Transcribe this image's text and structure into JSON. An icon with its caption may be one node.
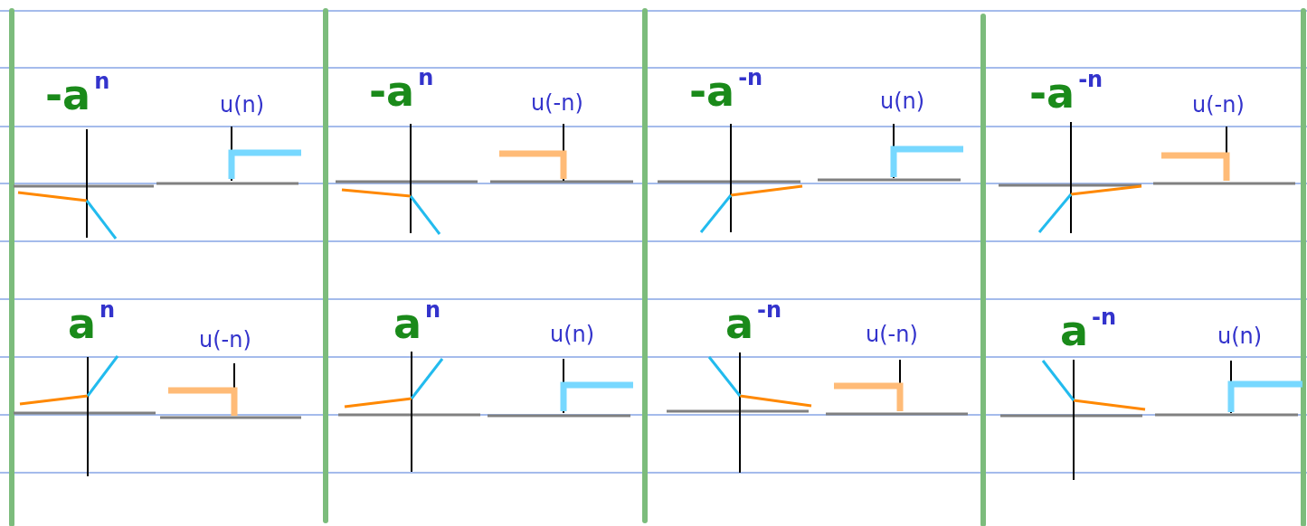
{
  "diagram": {
    "labels": [
      "-a$^{n}$",
      "u(n)",
      "-a$^{n}$",
      "u(-n)",
      "-a$^{-n}$",
      "u(n)",
      "-a$^{-n}$",
      "u(-n)",
      "a$^{n}$",
      "u(-n)",
      "a$^{n}$",
      "u(n)",
      "a$^{-n}$",
      "u(-n)",
      "a$^{-n}$",
      "u(n)"
    ]
  }
}
